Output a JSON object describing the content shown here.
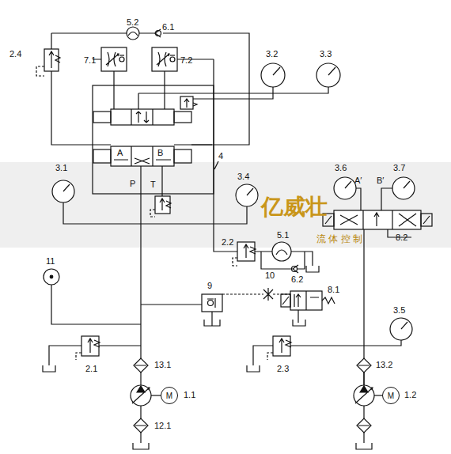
{
  "diagram": {
    "nodes": [
      {
        "text": [
          "M"
        ]
      },
      {
        "text": [
          "M"
        ]
      }
    ],
    "labels": [
      "5.2",
      "6.1",
      "2.4",
      "7.1",
      "7.2",
      "3.2",
      "3.3",
      "A",
      "B",
      "P",
      "T",
      "4",
      "3.1",
      "3.4",
      "3.6",
      "3.7",
      "A′",
      "B′",
      "8.2",
      "2.2",
      "5.1",
      "6.2",
      "11",
      "9",
      "10",
      "8.1",
      "3.5",
      "2.1",
      "2.3",
      "13.1",
      "13.2",
      "1.1",
      "1.2",
      "12.1",
      "亿威壮",
      "流 体 控 制"
    ]
  }
}
